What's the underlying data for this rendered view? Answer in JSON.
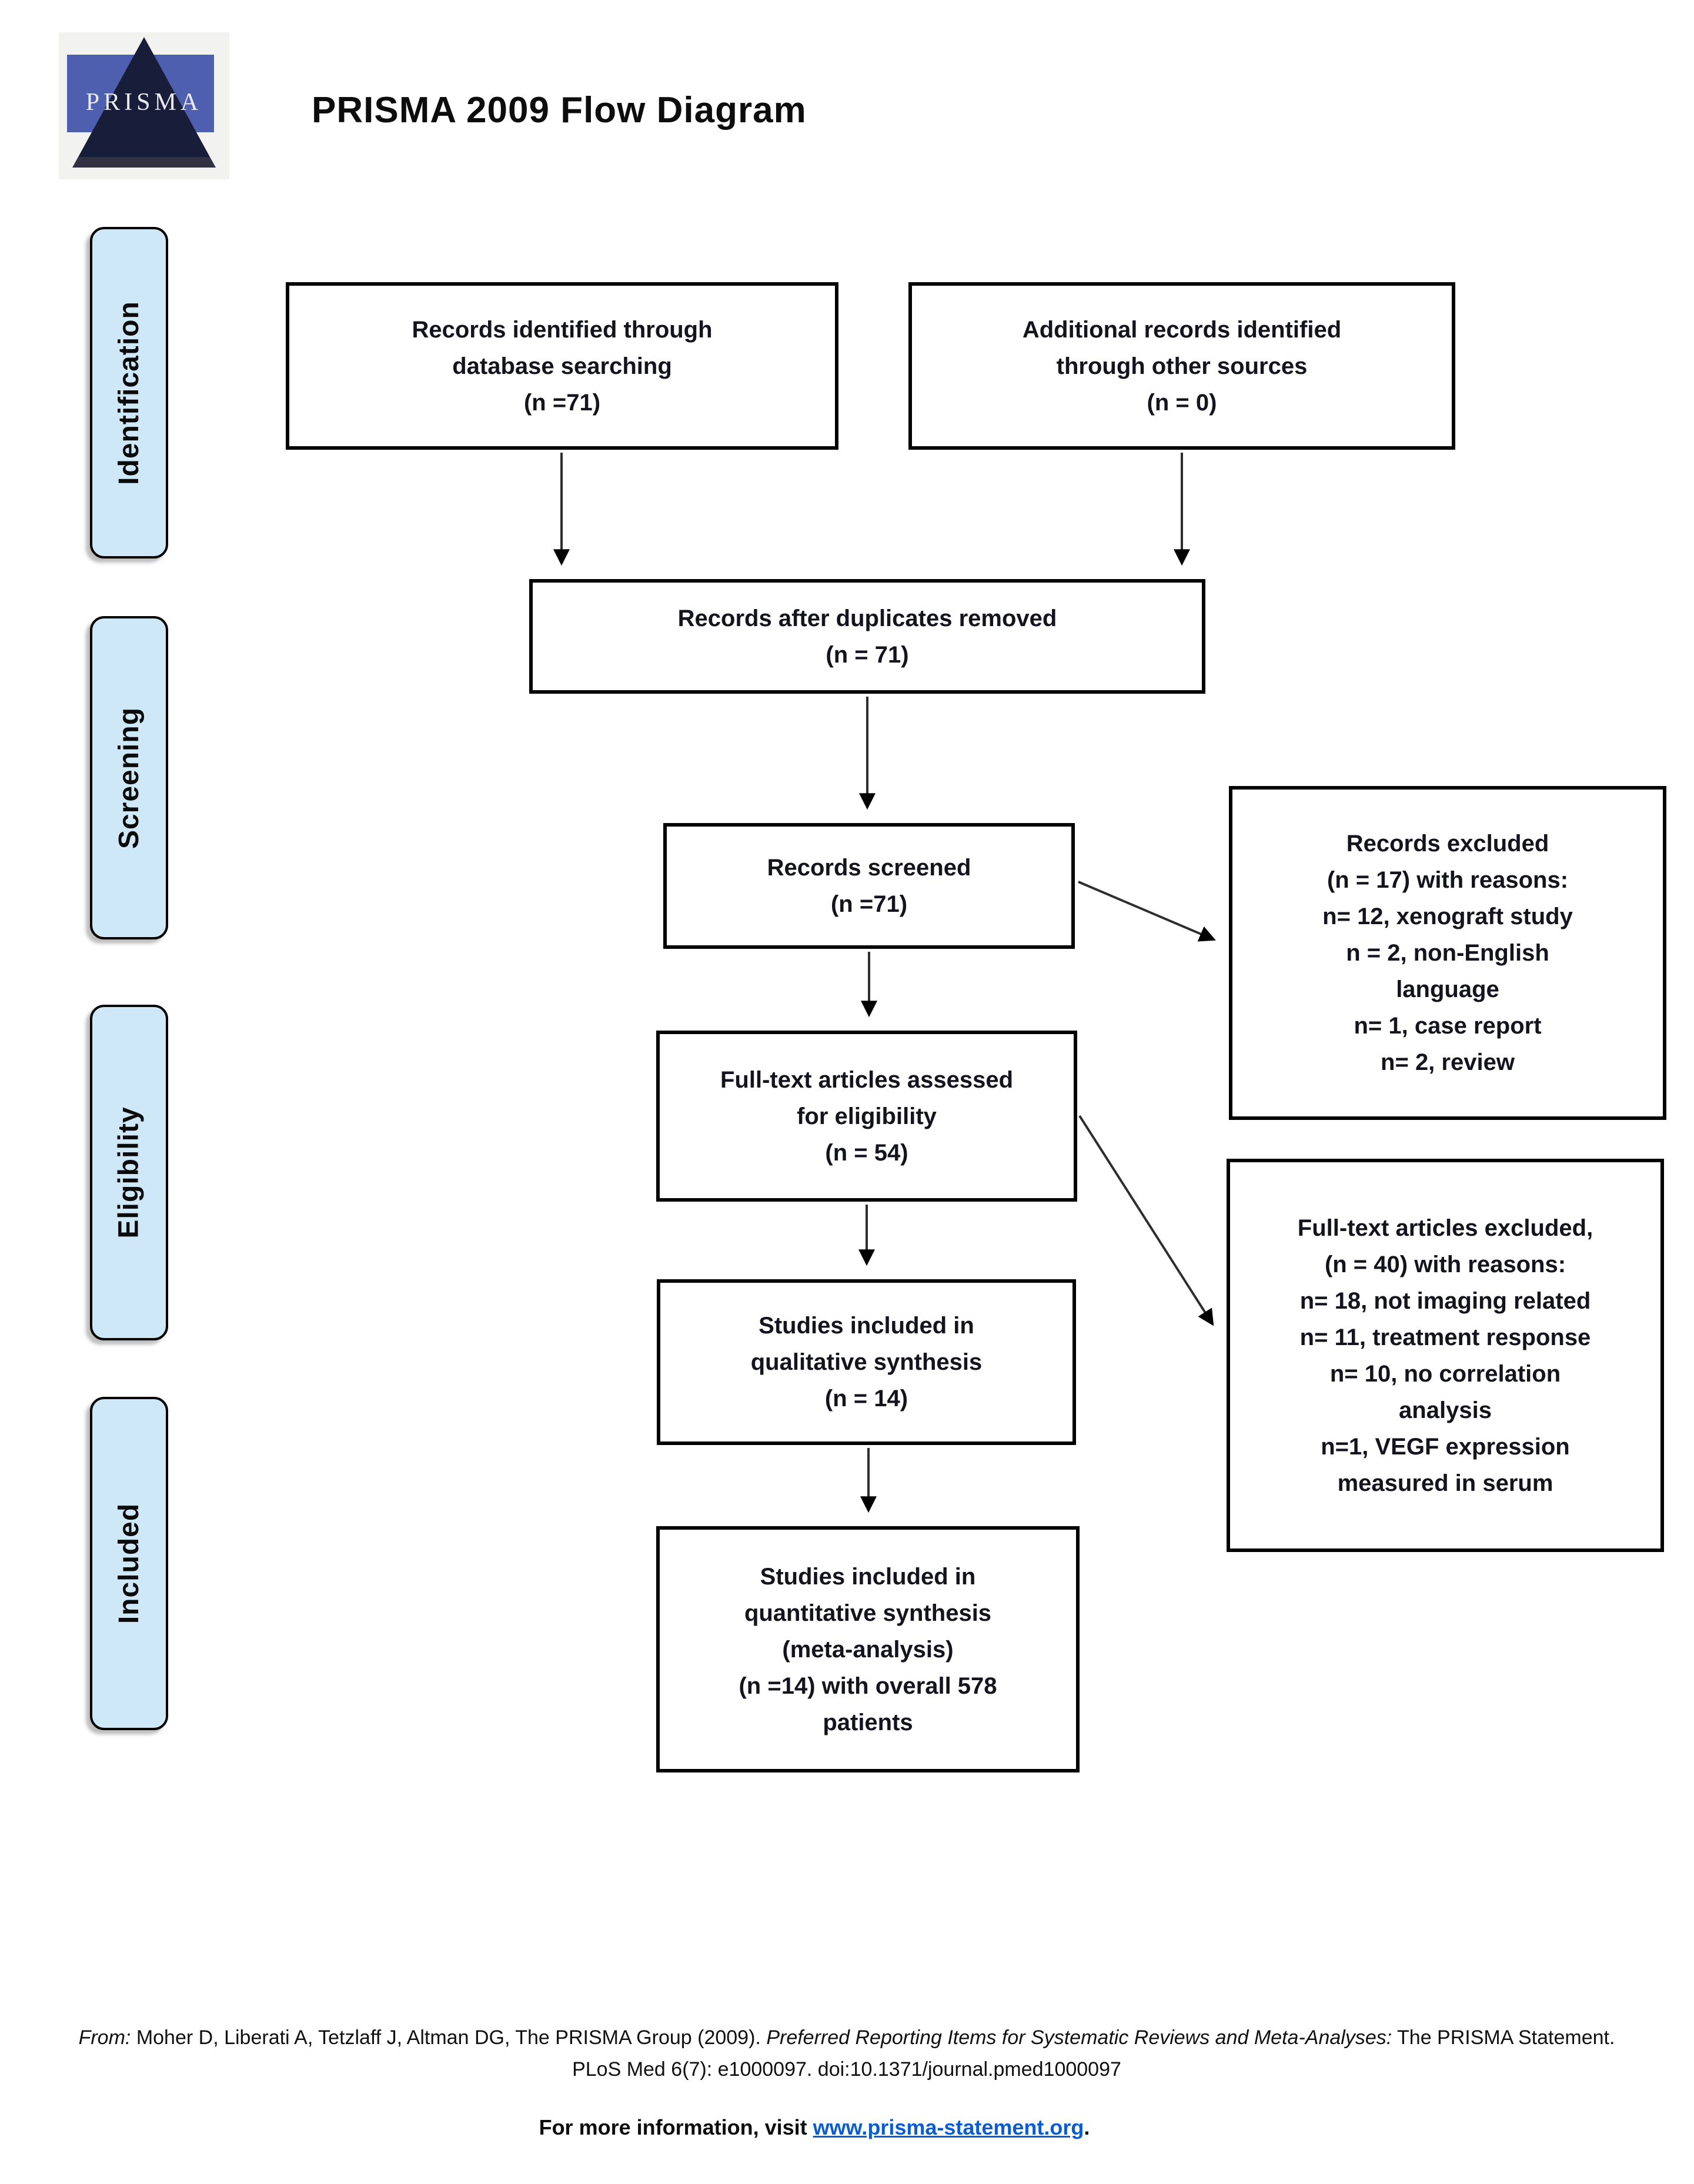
{
  "header": {
    "logo_text": "PRISMA",
    "title": "PRISMA 2009 Flow Diagram"
  },
  "stages": [
    {
      "label": "Identification"
    },
    {
      "label": "Screening"
    },
    {
      "label": "Eligibility"
    },
    {
      "label": "Included"
    }
  ],
  "boxes": {
    "identified": {
      "text": "Records identified through\ndatabase searching\n(n =71)"
    },
    "additional": {
      "text": "Additional records identified\nthrough other sources\n(n = 0)"
    },
    "deduplicated": {
      "text": "Records after duplicates removed\n(n = 71)"
    },
    "screened": {
      "text": "Records screened\n(n =71)"
    },
    "records_excluded": {
      "text": "Records excluded\n(n = 17) with reasons:\nn= 12, xenograft study\nn = 2, non-English\nlanguage\nn= 1, case report\nn= 2, review"
    },
    "fulltext_assessed": {
      "text": "Full-text articles assessed\nfor eligibility\n(n = 54)"
    },
    "fulltext_excluded": {
      "text": "Full-text articles excluded,\n(n = 40) with reasons:\nn= 18, not imaging related\nn= 11, treatment response\nn= 10, no correlation\nanalysis\nn=1, VEGF expression\nmeasured in serum"
    },
    "qualitative": {
      "text": "Studies included in\nqualitative synthesis\n(n = 14)"
    },
    "quantitative": {
      "text": "Studies included in\nquantitative synthesis\n(meta-analysis)\n(n =14) with overall 578\npatients"
    }
  },
  "footer": {
    "citation": {
      "from_label": "From:",
      "authors": " Moher D, Liberati A, Tetzlaff J, Altman DG, The PRISMA Group (2009). ",
      "title_italic": "Preferred Reporting Items for Systematic Reviews and Meta-Analyses:",
      "rest": " The PRISMA Statement. PLoS Med 6(7): e1000097. doi:10.1371/journal.pmed1000097"
    },
    "info": {
      "prefix": "For more information, visit ",
      "link": "www.prisma-statement.org",
      "suffix": "."
    }
  },
  "colors": {
    "stage_fill": "#cfe8f8",
    "box_border": "#000000",
    "link_blue": "#0b5bd3"
  }
}
